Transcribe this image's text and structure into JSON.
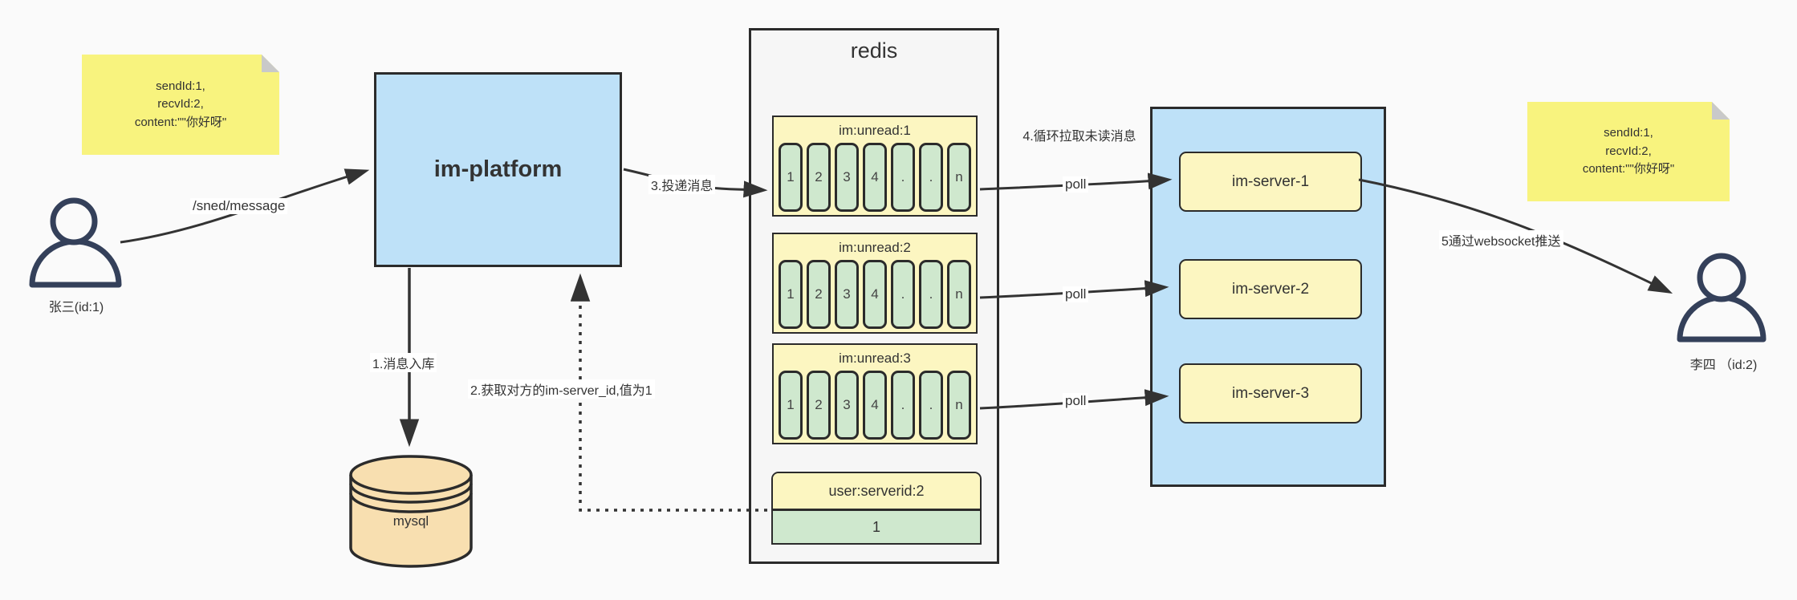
{
  "notes": {
    "left": {
      "lines": [
        "sendId:1,",
        "recvId:2,",
        "content:\"\"你好呀\""
      ]
    },
    "right": {
      "lines": [
        "sendId:1,",
        "recvId:2,",
        "content:\"\"你好呀\""
      ]
    }
  },
  "actors": {
    "sender": {
      "label": "张三(id:1)"
    },
    "receiver": {
      "label": "李四 （id:2)"
    }
  },
  "platform": {
    "label": "im-platform"
  },
  "mysql": {
    "label": "mysql"
  },
  "redis": {
    "title": "redis",
    "queues": [
      {
        "name": "im:unread:1",
        "cells": [
          "1",
          "2",
          "3",
          "4",
          ".",
          ".",
          "n"
        ]
      },
      {
        "name": "im:unread:2",
        "cells": [
          "1",
          "2",
          "3",
          "4",
          ".",
          ".",
          "n"
        ]
      },
      {
        "name": "im:unread:3",
        "cells": [
          "1",
          "2",
          "3",
          "4",
          ".",
          ".",
          "n"
        ]
      }
    ],
    "kv": {
      "key": "user:serverid:2",
      "value": "1"
    }
  },
  "servers": {
    "items": [
      {
        "label": "im-server-1"
      },
      {
        "label": "im-server-2"
      },
      {
        "label": "im-server-3"
      }
    ]
  },
  "edges": {
    "send": "/sned/message",
    "step1": "1.消息入库",
    "step2": "2.获取对方的im-server_id,值为1",
    "step3": "3.投递消息",
    "step4": "4.循环拉取未读消息",
    "step5": "5通过websocket推送",
    "poll": "poll"
  },
  "colors": {
    "background": "#fafafa",
    "node_blue": "#bee1f8",
    "node_yellow": "#fcf6c1",
    "cell_green": "#cfe8ce",
    "sticky_yellow": "#f8f37e",
    "mysql_tan": "#f8dfb0",
    "container_gray": "#f6f6f6",
    "line_dark": "#333333"
  }
}
